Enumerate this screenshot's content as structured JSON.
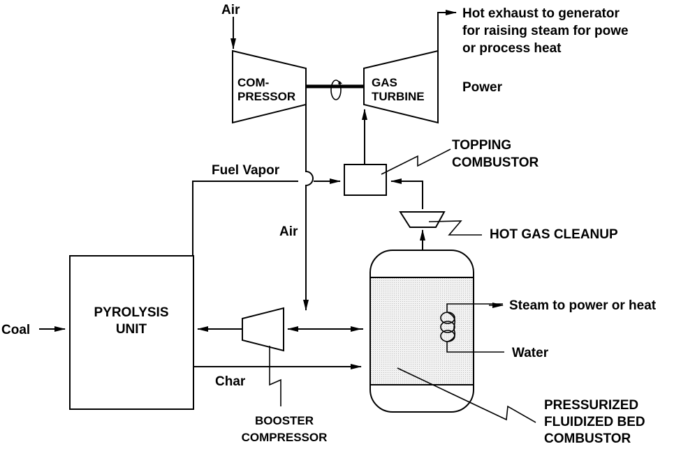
{
  "diagram": {
    "title": "Pyrolysis-based combined cycle with pressurized fluidized bed combustor",
    "colors": {
      "line": "#000000",
      "bed_fill": "#e6e6e6",
      "background": "#ffffff"
    },
    "labels": {
      "air_top": "Air",
      "compressor_line1": "COM-",
      "compressor_line2": "PRESSOR",
      "gas_turbine_line1": "GAS",
      "gas_turbine_line2": "TURBINE",
      "exhaust_line1": "Hot exhaust to generator",
      "exhaust_line2": "for raising steam for powe",
      "exhaust_line3": "or process heat",
      "power": "Power",
      "topping_line1": "TOPPING",
      "topping_line2": "COMBUSTOR",
      "fuel_vapor": "Fuel Vapor",
      "air_mid": "Air",
      "hot_gas_cleanup": "HOT GAS CLEANUP",
      "pyrolysis_line1": "PYROLYSIS",
      "pyrolysis_line2": "UNIT",
      "coal": "Coal",
      "char": "Char",
      "booster_line1": "BOOSTER",
      "booster_line2": "COMPRESSOR",
      "steam": "Steam to power or heat",
      "water": "Water",
      "pfbc_line1": "PRESSURIZED",
      "pfbc_line2": "FLUIDIZED BED",
      "pfbc_line3": "COMBUSTOR"
    }
  }
}
